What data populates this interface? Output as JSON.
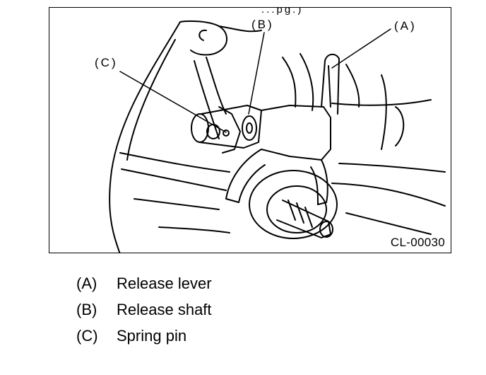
{
  "figure": {
    "code": "CL-00030",
    "partial_caption": "...pg.)",
    "callouts": {
      "a": "(A)",
      "b": "(B)",
      "c": "(C)"
    },
    "colors": {
      "line": "#000000",
      "background": "#ffffff"
    }
  },
  "legend": {
    "items": [
      {
        "key": "(A)",
        "label": "Release lever"
      },
      {
        "key": "(B)",
        "label": "Release shaft"
      },
      {
        "key": "(C)",
        "label": "Spring pin"
      }
    ]
  }
}
